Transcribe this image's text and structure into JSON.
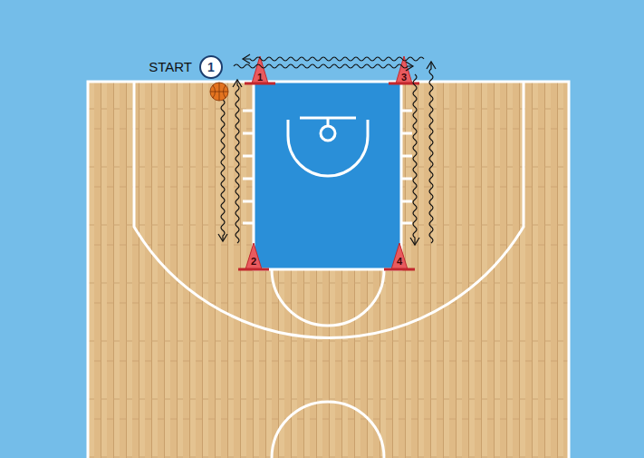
{
  "diagram": {
    "nodes": [
      {
        "text": [
          "1"
        ]
      }
    ],
    "labels": [
      "START",
      "1",
      "2",
      "3",
      "4"
    ]
  }
}
